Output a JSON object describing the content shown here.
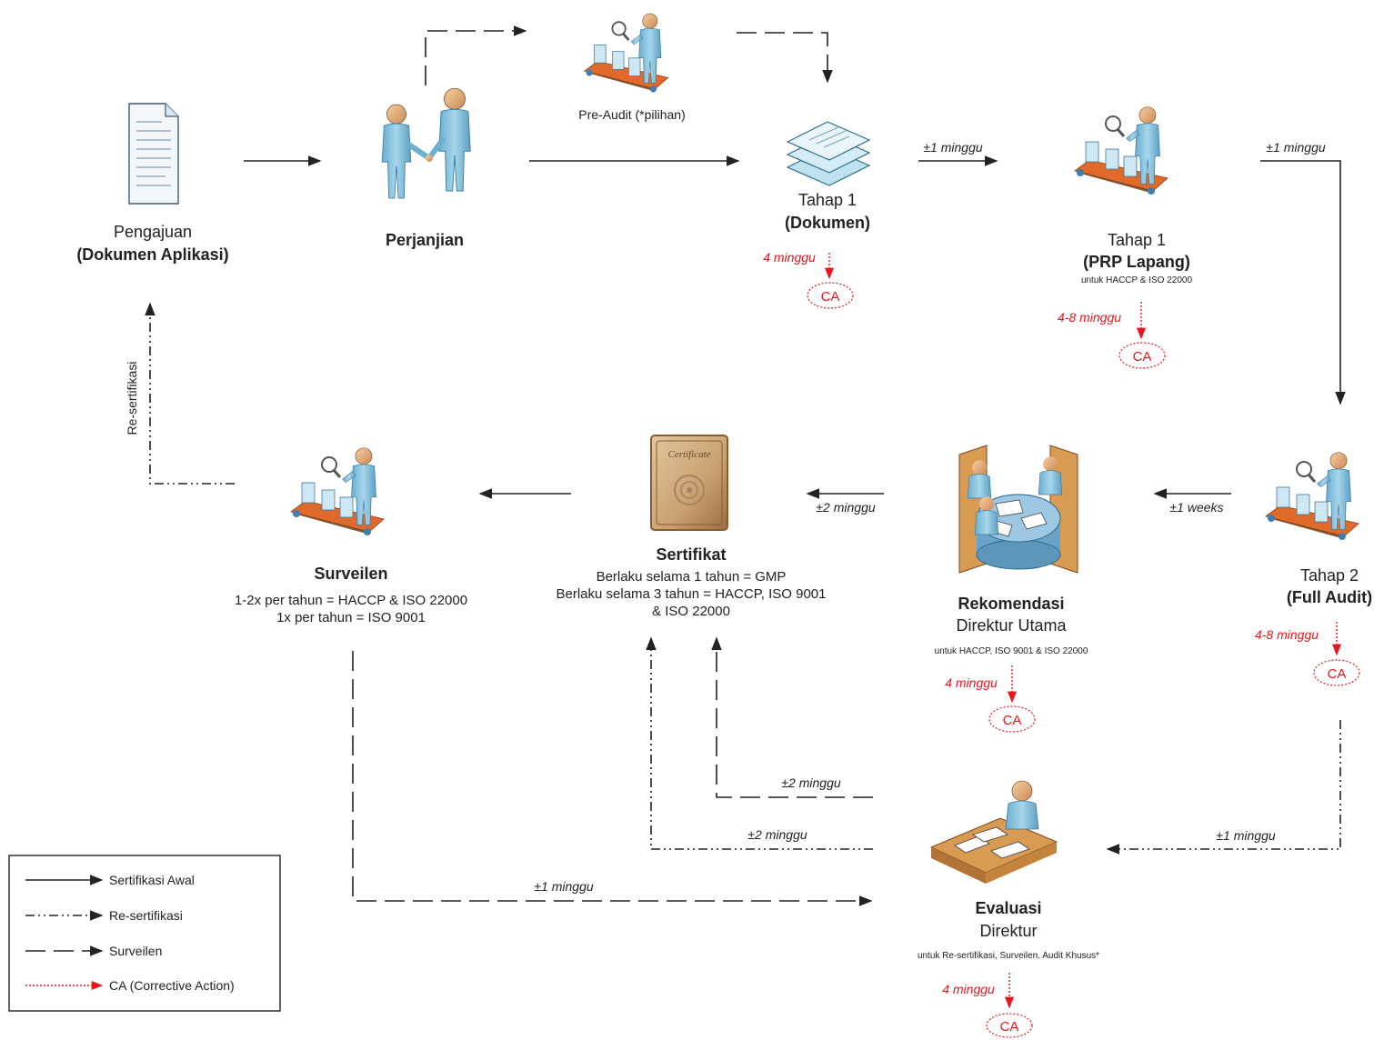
{
  "nodes": {
    "pengajuan": {
      "line1": "Pengajuan",
      "line2": "(Dokumen Aplikasi)"
    },
    "perjanjian": {
      "line1": "Perjanjian"
    },
    "pre_audit": {
      "line1": "Pre-Audit (*pilihan)"
    },
    "tahap1_dok": {
      "line1": "Tahap 1",
      "line2": "(Dokumen)"
    },
    "tahap1_prp": {
      "line1": "Tahap 1",
      "line2": "(PRP Lapang)",
      "note": "untuk HACCP & ISO 22000"
    },
    "tahap2": {
      "line1": "Tahap 2",
      "line2": "(Full Audit)"
    },
    "rekomendasi": {
      "line1": "Rekomendasi",
      "line2": "Direktur Utama",
      "note": "untuk HACCP, ISO 9001 & ISO 22000"
    },
    "sertifikat": {
      "line1": "Sertifikat",
      "line2": "Berlaku selama 1 tahun = GMP",
      "line3": "Berlaku selama 3 tahun = HACCP, ISO 9001",
      "line4": "& ISO 22000",
      "seal_text": "Certificate"
    },
    "surveilen": {
      "line1": "Surveilen",
      "line2": "1-2x per tahun = HACCP & ISO 22000",
      "line3": "1x per tahun = ISO 9001"
    },
    "evaluasi": {
      "line1": "Evaluasi",
      "line2": "Direktur",
      "note": "untuk Re-sertifikasi, Surveilen. Audit Khusus*"
    }
  },
  "durations": {
    "dok_to_prp": "±1 minggu",
    "prp_to_tahap2": "±1 minggu",
    "tahap2_to_rekomendasi": "±1 weeks",
    "rekomendasi_to_sertifikat": "±2 minggu",
    "evaluasi_to_sertifikat_dash": "±2 minggu",
    "evaluasi_to_sertifikat_dashdot": "±2 minggu",
    "tahap2_to_evaluasi": "±1 minggu",
    "surveilen_to_evaluasi": "±1 minggu",
    "resertifikasi_label": "Re-sertifikasi"
  },
  "corrective": {
    "label": "CA",
    "dok": "4 minggu",
    "prp": "4-8 minggu",
    "tahap2": "4-8 minggu",
    "rekomendasi": "4 minggu",
    "evaluasi": "4 minggu"
  },
  "legend": {
    "items": [
      {
        "label": "Sertifikasi Awal"
      },
      {
        "label": "Re-sertifikasi"
      },
      {
        "label": "Surveilen"
      },
      {
        "label": "CA (Corrective Action)"
      }
    ]
  },
  "colors": {
    "person_body": "#8fc6e0",
    "person_dark": "#4a8fb3",
    "skin": "#e8b07a",
    "belt": "#e06a2a",
    "paper": "#ffffff",
    "ca_red": "#e8161b",
    "table_wood": "#d99a52",
    "certificate": "#c9a070"
  }
}
